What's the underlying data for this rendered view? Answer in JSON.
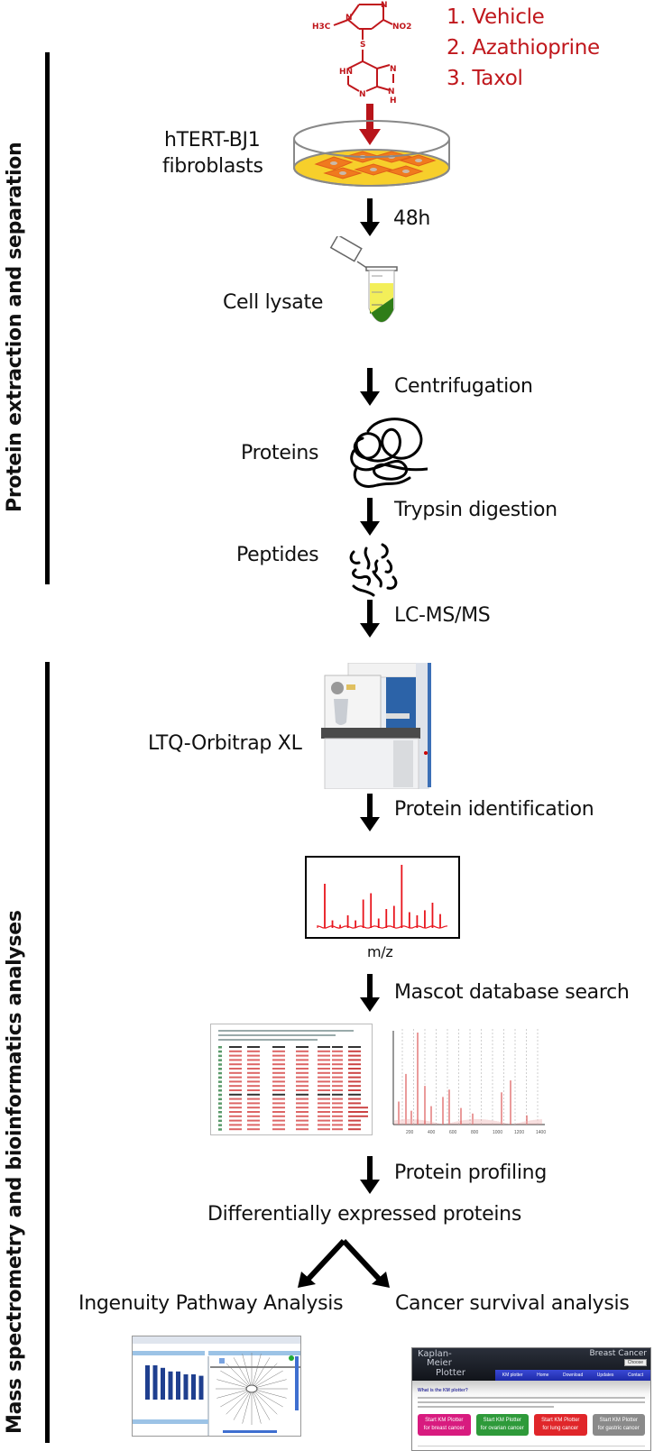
{
  "sections": {
    "top": "Protein extraction and separation",
    "bottom": "Mass spectrometry  and bioinformatics analyses"
  },
  "treatments": [
    "1. Vehicle",
    "2. Azathioprine",
    "3. Taxol"
  ],
  "molecule": {
    "name": "azathioprine-structure",
    "atoms": [
      "N",
      "N",
      "H3C",
      "NO2",
      "S",
      "HN",
      "N",
      "N",
      "N",
      "H"
    ]
  },
  "steps": {
    "cells": [
      "hTERT-BJ1",
      "fibroblasts"
    ],
    "time": "48h",
    "lysate": "Cell lysate",
    "centrifugation": "Centrifugation",
    "proteins": "Proteins",
    "trypsin": "Trypsin digestion",
    "peptides": "Peptides",
    "lcms": "LC-MS/MS",
    "instrument": "LTQ-Orbitrap XL",
    "identification": "Protein identification",
    "mz": "m/z",
    "mascot": "Mascot database search",
    "profiling": "Protein profiling",
    "dep": "Differentially expressed proteins",
    "ipa": "Ingenuity Pathway Analysis",
    "survival": "Cancer survival analysis"
  },
  "spectrum_peaks": [
    0.7,
    0.12,
    0.05,
    0.2,
    0.12,
    0.45,
    0.55,
    0.15,
    0.3,
    0.35,
    1.0,
    0.25,
    0.2,
    0.28,
    0.4,
    0.22
  ],
  "kmplotter": {
    "title_lines": [
      "Kaplan-",
      "Meier",
      "Plotter"
    ],
    "header_right": "Breast Cancer",
    "language": "Choose",
    "nav": [
      "KM plotter",
      "Home",
      "Download",
      "Updates",
      "Contact"
    ],
    "question": "What is the KM plotter?",
    "buttons": [
      {
        "line1": "Start KM Plotter",
        "line2": "for breast cancer",
        "color": "#d81b7f"
      },
      {
        "line1": "Start KM Plotter",
        "line2": "for ovarian cancer",
        "color": "#2e9a3a"
      },
      {
        "line1": "Start KM Plotter",
        "line2": "for lung cancer",
        "color": "#e0262a"
      },
      {
        "line1": "Start KM Plotter",
        "line2": "for gastric cancer",
        "color": "#8a8a8a"
      }
    ]
  },
  "colors": {
    "accent_red": "#c0171c",
    "spectrum_red": "#e8141c",
    "dish_yellow": "#f7cf2b",
    "cell_orange": "#f07a1e",
    "lysate_yellow": "#f3ef59",
    "lysate_green": "#2f7d18",
    "instrument_blue": "#2c63a8"
  }
}
